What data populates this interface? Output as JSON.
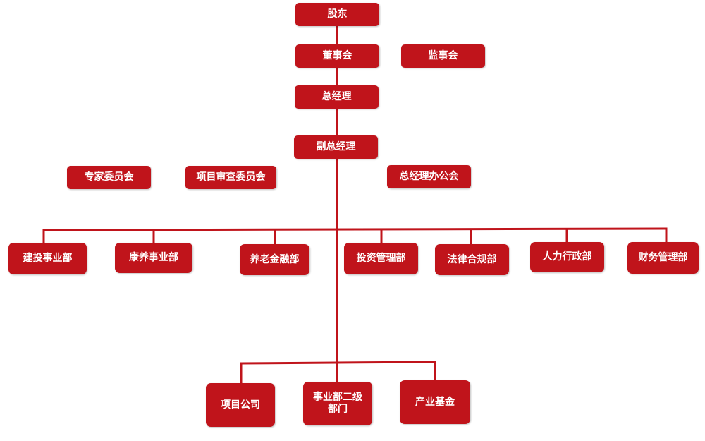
{
  "colors": {
    "box_fill": "#c0141b",
    "box_text": "#ffffff",
    "connector": "#c0141b"
  },
  "org": {
    "shareholders": "股东",
    "board_of_directors": "董事会",
    "board_of_supervisors": "监事会",
    "general_manager": "总经理",
    "deputy_general_manager": "副总经理",
    "expert_committee": "专家委员会",
    "project_review_committee": "项目审查委员会",
    "gm_office_meeting": "总经理办公会",
    "departments": [
      "建投事业部",
      "康养事业部",
      "养老金融部",
      "投资管理部",
      "法律合规部",
      "人力行政部",
      "财务管理部"
    ],
    "subsidiaries": {
      "project_company": "项目公司",
      "division_secondary": {
        "line1": "事业部二级",
        "line2": "部门"
      },
      "industry_fund": "产业基金"
    }
  }
}
